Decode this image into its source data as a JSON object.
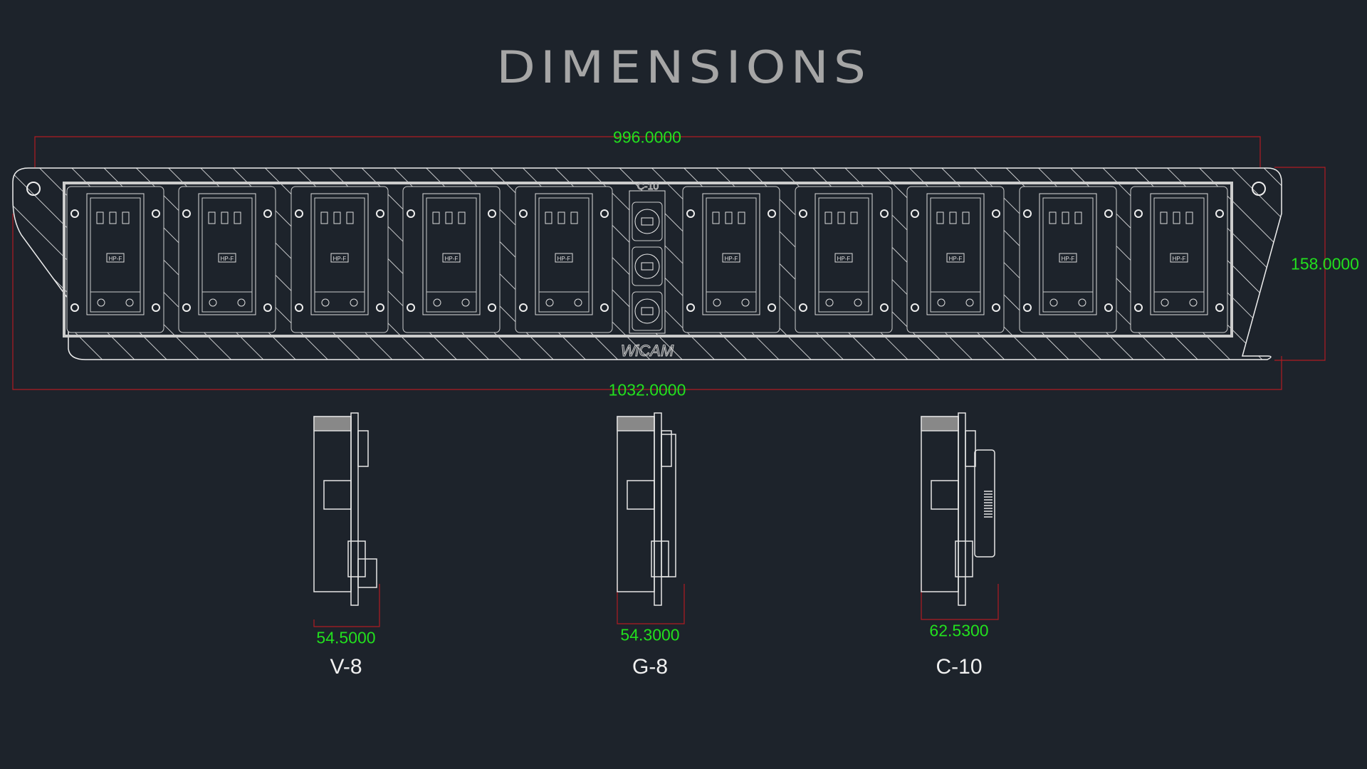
{
  "title": "DIMENSIONS",
  "front_view": {
    "width_inner": "996.0000",
    "width_overall": "1032.0000",
    "height": "158.0000",
    "module_count": 10,
    "module_label": "HP-F",
    "center_label": "C-10",
    "brand": "WiCAM",
    "usb_ports": 3
  },
  "side_views": [
    {
      "name": "V-8",
      "depth": "54.5000"
    },
    {
      "name": "G-8",
      "depth": "54.3000"
    },
    {
      "name": "C-10",
      "depth": "62.5300"
    }
  ],
  "colors": {
    "background": "#1d232b",
    "line": "#e8e8e8",
    "dimension_text": "#22e01e",
    "dimension_line": "#b01c22"
  }
}
